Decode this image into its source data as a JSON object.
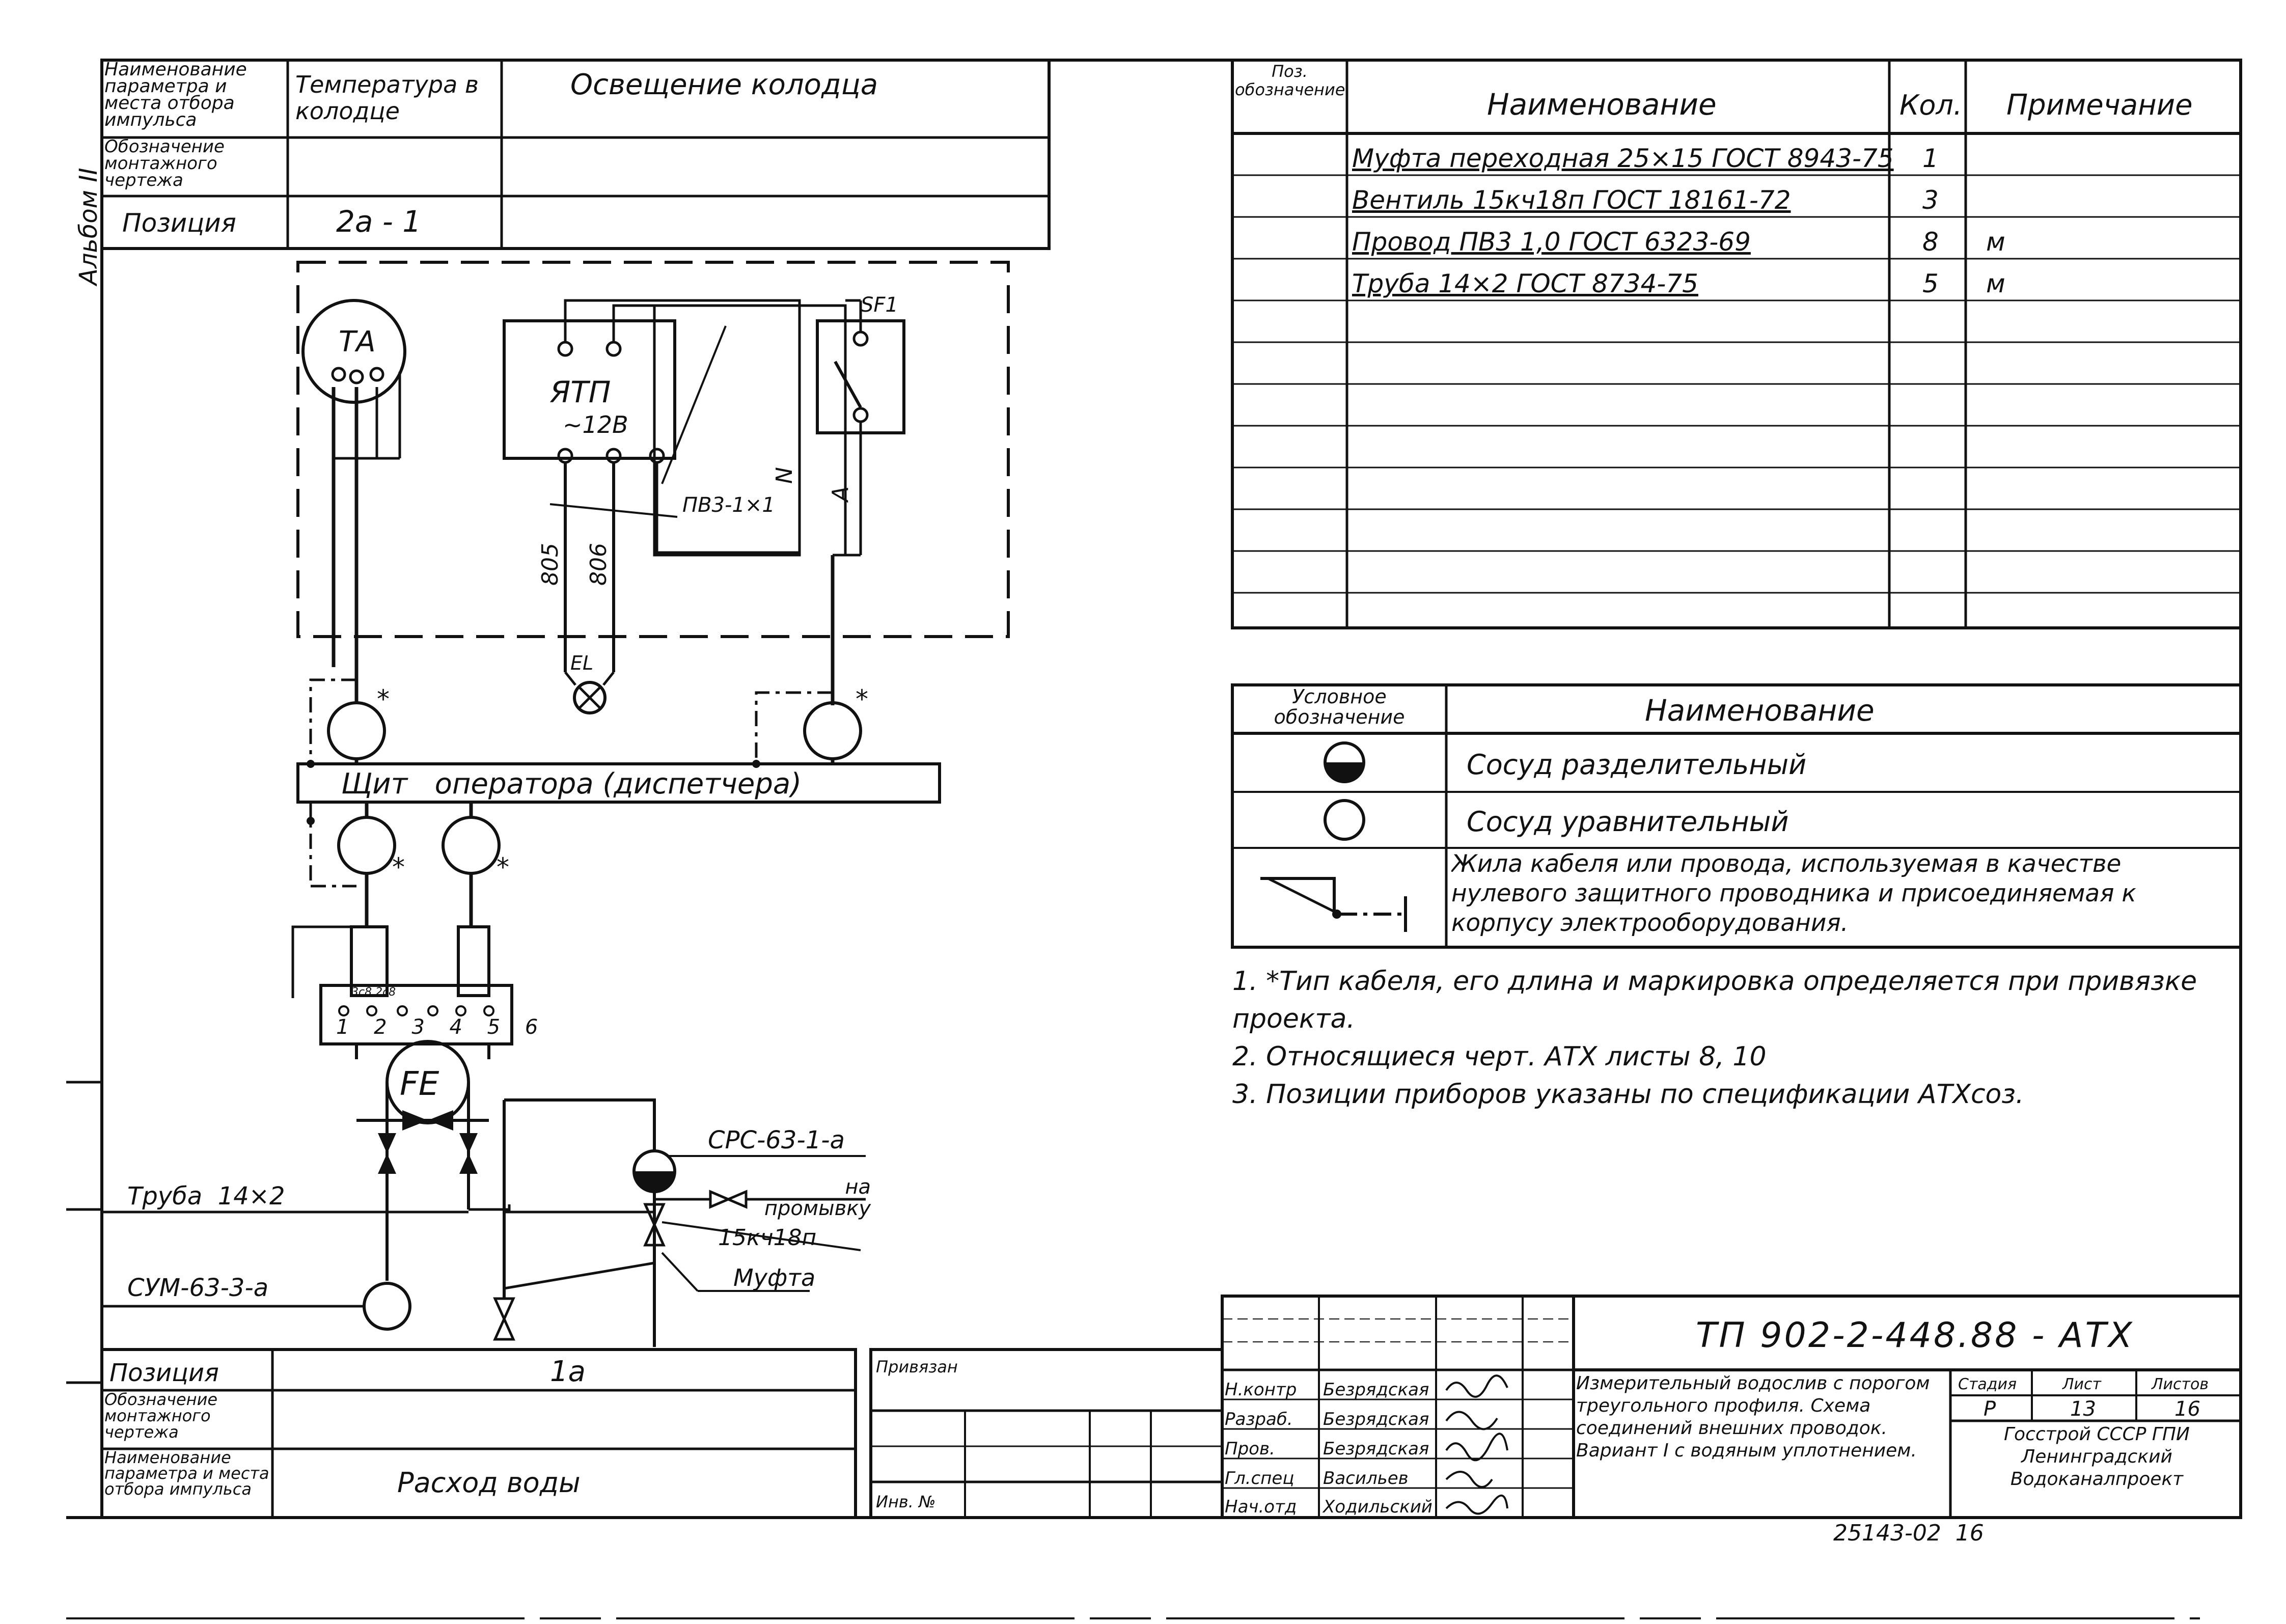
{
  "album_label": "Альбом II",
  "left_header": {
    "param_label": "Наименование параметра и места отбора импульса",
    "param_value": "Температура в колодце",
    "param_extra": "Освещение колодца",
    "drawing_label": "Обозначение монтажного чертежа",
    "position_label": "Позиция",
    "position_value": "2а - 1"
  },
  "scheme": {
    "ta": "ТА",
    "ytp_name": "ЯТП",
    "ytp_voltage": "~12В",
    "sf1": "SF1",
    "el": "EL",
    "wire_805": "805",
    "wire_806": "806",
    "wire_n": "N",
    "wire_a": "А",
    "wire_pv": "ПВ3-1×1",
    "panel": "Щит   оператора (диспетчера)",
    "star": "*",
    "terminal_top": "3с8  2с8",
    "terminals": "1 2 3 4 5 6",
    "fe": "FE",
    "srs": "СРС-63-1-а",
    "to_wash": "на промывку",
    "valve": "15кч18п",
    "coupling": "Муфта",
    "pipe": "Труба  14×2",
    "sum": "СУМ-63-3-а"
  },
  "bottom_left": {
    "position_label": "Позиция",
    "position_value": "1а",
    "drawing_label": "Обозначение монтажного чертежа",
    "param_label": "Наименование параметра и места отбора импульса",
    "param_value": "Расход воды"
  },
  "spec_table": {
    "headers": [
      "Поз. обозначение",
      "Наименование",
      "Кол.",
      "Примечание"
    ],
    "rows": [
      [
        "",
        "Муфта переходная 25×15 ГОСТ 8943-75",
        "1",
        ""
      ],
      [
        "",
        "Вентиль 15кч18п  ГОСТ 18161-72",
        "3",
        ""
      ],
      [
        "",
        "Провод ПВ3 1,0   ГОСТ 6323-69",
        "8",
        "м"
      ],
      [
        "",
        "Труба 14×2  ГОСТ 8734-75",
        "5",
        "м"
      ]
    ]
  },
  "legend": {
    "headers": [
      "Условное обозначение",
      "Наименование"
    ],
    "rows": [
      {
        "symbol": "separator-vessel",
        "text": "Сосуд  разделительный"
      },
      {
        "symbol": "equalizing-vessel",
        "text": "Сосуд  уравнительный"
      },
      {
        "symbol": "protective-conductor",
        "text": "Жила кабеля или провода, используемая в качестве нулевого защитного проводника и присоединяемая к корпусу электрооборудования."
      }
    ]
  },
  "notes": [
    "1. *Тип кабеля, его длина и маркировка определяется при привязке проекта.",
    "2. Относящиеся черт. АТХ листы 8, 10",
    "3. Позиции приборов указаны по спецификации АТХсоз."
  ],
  "title_block": {
    "code": "ТП 902-2-448.88 - АТХ",
    "privyazan": "Привязан",
    "inv": "Инв. №",
    "roles": [
      "Н.контр",
      "Разраб.",
      "Пров.",
      "Гл.спец",
      "Нач.отд"
    ],
    "names": [
      "Безрядская",
      "Безрядская",
      "Безрядская",
      "Васильев",
      "Ходильский"
    ],
    "title": "Измерительный водослив с порогом треугольного профиля. Схема соединений внешних проводок. Вариант I с водяным уплотнением.",
    "col_stage": "Стадия",
    "col_sheet": "Лист",
    "col_sheets": "Листов",
    "stage": "Р",
    "sheet": "13",
    "sheets": "16",
    "org": "Госстрой СССР ГПИ Ленинградский Водоканалпроект",
    "footer_code": "25143-02  16"
  }
}
